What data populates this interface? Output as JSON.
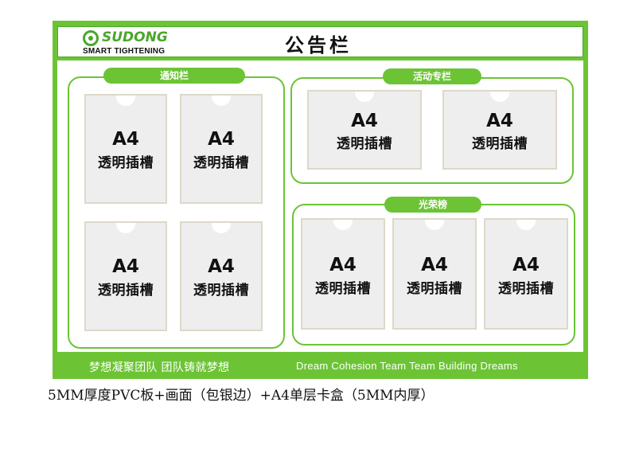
{
  "brand": {
    "name": "SUDONG",
    "tagline": "SMART TIGHTENING",
    "accent_color": "#6cc435",
    "logo_icon": "sudong-logo-icon"
  },
  "board": {
    "title": "公告栏"
  },
  "sections": {
    "notice": {
      "label": "通知栏"
    },
    "activity": {
      "label": "活动专栏"
    },
    "honor": {
      "label": "光荣榜"
    }
  },
  "slot": {
    "size": "A4",
    "text": "透明插槽"
  },
  "footer": {
    "slogan_zh": "梦想凝聚团队  团队铸就梦想",
    "slogan_en": "Dream Cohesion Team   Team Building Dreams"
  },
  "caption": "5MM厚度PVC板+画面（包银边）+A4单层卡盒（5MM内厚）"
}
